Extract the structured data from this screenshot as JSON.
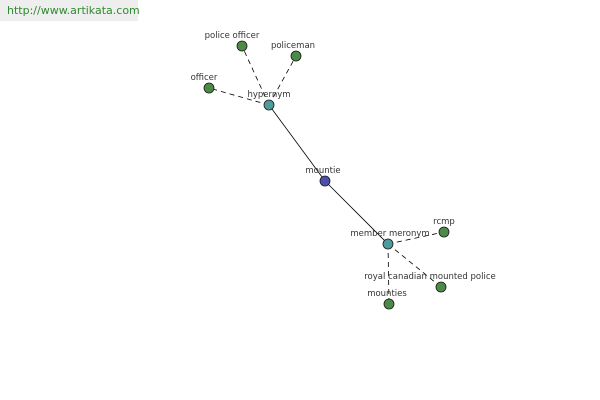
{
  "site": {
    "url_text": "http://www.artikata.com"
  },
  "colors": {
    "center": "#4b4fb0",
    "relation": "#4f9a9a",
    "leaf": "#4c8a48",
    "edge": "#000000",
    "link": "#2e8b2e"
  },
  "graph": {
    "center": {
      "id": "mountie",
      "label": "mountie"
    },
    "relations": [
      {
        "id": "hypernym",
        "label": "hypernym",
        "terms": [
          {
            "id": "police-officer",
            "label": "police officer"
          },
          {
            "id": "policeman",
            "label": "policeman"
          },
          {
            "id": "officer",
            "label": "officer"
          }
        ]
      },
      {
        "id": "member-meronym",
        "label": "member meronym",
        "terms": [
          {
            "id": "rcmp",
            "label": "rcmp"
          },
          {
            "id": "royal-canadian-mounted-police",
            "label": "royal canadian mounted police"
          },
          {
            "id": "mounties",
            "label": "mounties"
          }
        ]
      }
    ]
  }
}
